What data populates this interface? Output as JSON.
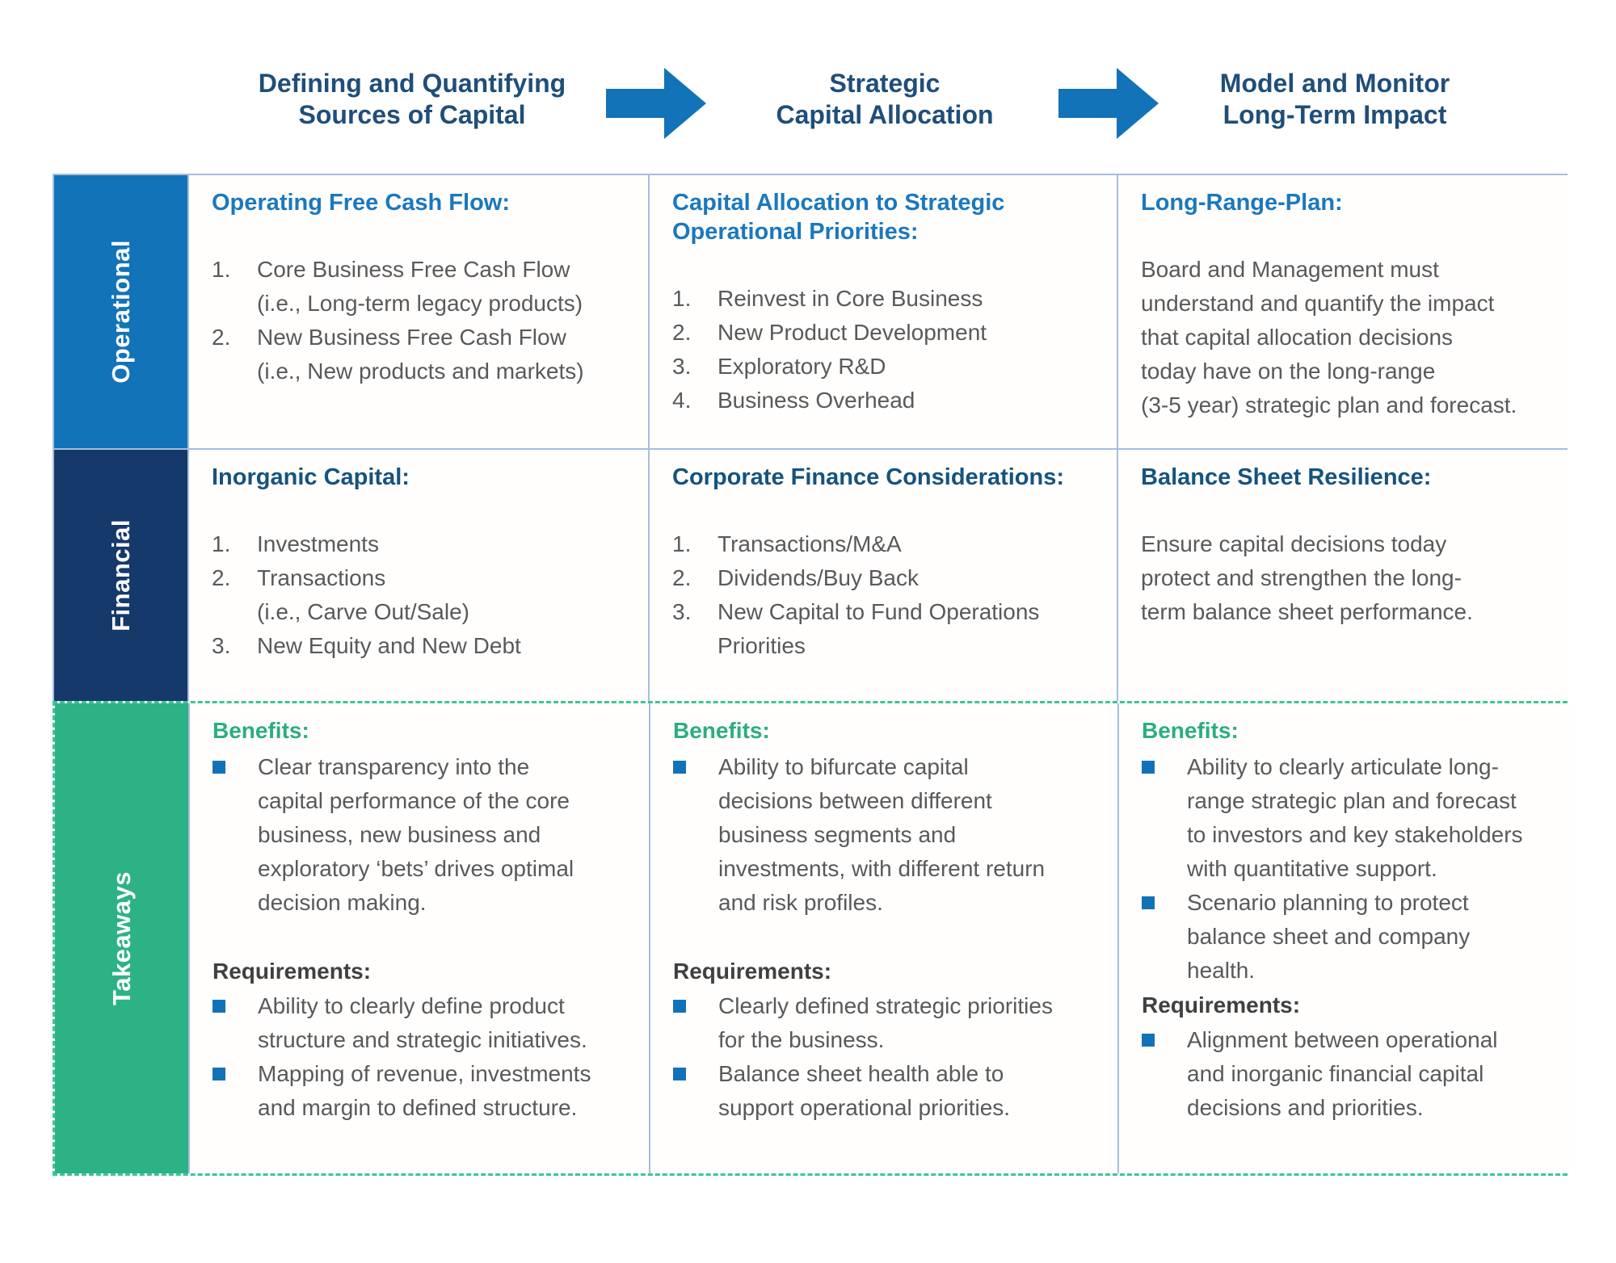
{
  "colors": {
    "blue": "#1273b8",
    "navy": "#16396b",
    "green": "#2db286",
    "green-line": "#3cc695",
    "line": "#a6bede",
    "navy-text": "#1f4e79",
    "row1-heading": "#1a78be",
    "row2-heading": "#15537f",
    "benefits": "#2bae7e",
    "requirements": "#3f4041",
    "body": "#58595b",
    "bullet": "#1272b8"
  },
  "header": {
    "steps": [
      {
        "title": "Defining and Quantifying\nSources of Capital"
      },
      {
        "title": "Strategic\nCapital Allocation"
      },
      {
        "title": "Model and Monitor\nLong-Term Impact"
      }
    ]
  },
  "rows": {
    "operational": {
      "label": "Operational"
    },
    "financial": {
      "label": "Financial"
    },
    "takeaways": {
      "label": "Takeaways"
    }
  },
  "cells": {
    "r1c1": {
      "heading": "Operating Free Cash Flow:",
      "items": [
        {
          "num": "1.",
          "text": "Core Business Free Cash Flow\n(i.e., Long-term legacy products)"
        },
        {
          "num": "2.",
          "text": "New Business Free Cash Flow\n(i.e., New products and markets)"
        }
      ]
    },
    "r1c2": {
      "heading": "Capital Allocation to Strategic\nOperational Priorities:",
      "items": [
        {
          "num": "1.",
          "text": "Reinvest in Core Business"
        },
        {
          "num": "2.",
          "text": "New Product Development"
        },
        {
          "num": "3.",
          "text": "Exploratory R&D"
        },
        {
          "num": "4.",
          "text": "Business Overhead"
        }
      ]
    },
    "r1c3": {
      "heading": "Long-Range-Plan:",
      "body": "Board and Management must\nunderstand and quantify the impact\nthat capital allocation decisions\ntoday have on the long-range\n(3-5 year) strategic plan and forecast."
    },
    "r2c1": {
      "heading": "Inorganic Capital:",
      "items": [
        {
          "num": "1.",
          "text": "Investments"
        },
        {
          "num": "2.",
          "text": "Transactions\n(i.e., Carve Out/Sale)"
        },
        {
          "num": "3.",
          "text": "New Equity and New Debt"
        }
      ]
    },
    "r2c2": {
      "heading": "Corporate Finance Considerations:",
      "items": [
        {
          "num": "1.",
          "text": "Transactions/M&A"
        },
        {
          "num": "2.",
          "text": "Dividends/Buy Back"
        },
        {
          "num": "3.",
          "text": "New Capital to Fund Operations\nPriorities"
        }
      ]
    },
    "r2c3": {
      "heading": "Balance Sheet Resilience:",
      "body": "Ensure capital decisions today\nprotect and strengthen the long-\nterm balance sheet performance."
    },
    "r3c1": {
      "benefits_label": "Benefits:",
      "benefits": [
        {
          "text": "Clear transparency into the\ncapital performance of the core\nbusiness, new business and\nexploratory ‘bets’ drives optimal\ndecision making."
        }
      ],
      "requirements_label": "Requirements:",
      "requirements": [
        {
          "text": "Ability to clearly define product\nstructure and strategic initiatives."
        },
        {
          "text": "Mapping of revenue, investments\nand margin to defined structure."
        }
      ]
    },
    "r3c2": {
      "benefits_label": "Benefits:",
      "benefits": [
        {
          "text": "Ability to bifurcate capital\ndecisions between different\nbusiness segments and\ninvestments, with different return\nand risk profiles."
        }
      ],
      "requirements_label": "Requirements:",
      "requirements": [
        {
          "text": "Clearly defined strategic priorities\nfor the business."
        },
        {
          "text": "Balance sheet health able to\nsupport operational priorities."
        }
      ]
    },
    "r3c3": {
      "benefits_label": "Benefits:",
      "benefits": [
        {
          "text": "Ability to clearly articulate long-\nrange strategic plan and forecast\nto investors and key stakeholders\nwith quantitative support."
        },
        {
          "text": "Scenario planning to protect\nbalance sheet and company\nhealth."
        }
      ],
      "requirements_label": "Requirements:",
      "requirements": [
        {
          "text": "Alignment between operational\nand inorganic financial capital\ndecisions and priorities."
        }
      ]
    }
  }
}
